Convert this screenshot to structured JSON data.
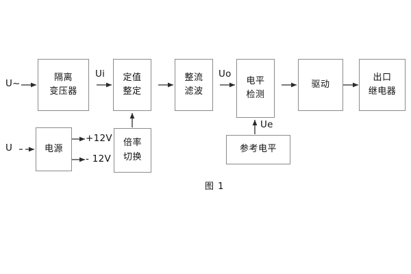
{
  "figure": {
    "caption": "图 1",
    "line_color": "#8a8a8a",
    "arrow_color": "#2b2b2b",
    "background": "#ffffff"
  },
  "main_chain": {
    "input_label": "U~",
    "blocks": [
      {
        "name": "isolation-transformer",
        "lines": [
          "隔离",
          "变压器"
        ]
      },
      {
        "name": "setting-value",
        "lines": [
          "定值",
          "整定"
        ]
      },
      {
        "name": "rectify-filter",
        "lines": [
          "整流",
          "滤波"
        ]
      },
      {
        "name": "level-detection",
        "lines": [
          "电平",
          "检测"
        ]
      },
      {
        "name": "drive",
        "lines": [
          "驱动"
        ]
      },
      {
        "name": "output-relay",
        "lines": [
          "出口",
          "继电器"
        ]
      }
    ],
    "signal_labels": {
      "ui": "Ui",
      "uo": "Uo"
    }
  },
  "power_branch": {
    "input_label": "U",
    "block": {
      "name": "power-supply",
      "lines": [
        "电源"
      ]
    },
    "rails": [
      "+12V",
      "- 12V"
    ]
  },
  "multiplier_branch": {
    "block": {
      "name": "multiplier-switch",
      "lines": [
        "倍率",
        "切换"
      ]
    }
  },
  "reference_branch": {
    "block": {
      "name": "reference-level",
      "lines": [
        "参考电平"
      ]
    },
    "signal_label": "Ue"
  }
}
